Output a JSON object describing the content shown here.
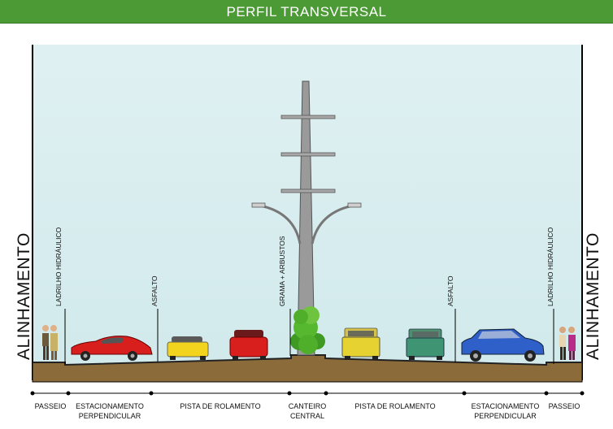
{
  "title": "PERFIL TRANSVERSAL",
  "side_label": "ALINHAMENTO",
  "annotations": {
    "left_paving": "LADRILHO HIDRÁULICO",
    "left_asphalt": "ASFALTO",
    "median": "GRAMA + ARBUSTOS",
    "right_asphalt": "ASFALTO",
    "right_paving": "LADRILHO HIDRÁULICO"
  },
  "segments": {
    "s1": "PASSEIO",
    "s2_line1": "ESTACIONAMENTO",
    "s2_line2": "PERPENDICULAR",
    "s3": "PISTA DE ROLAMENTO",
    "s4_line1": "CANTEIRO",
    "s4_line2": "CENTRAL",
    "s5": "PISTA DE ROLAMENTO",
    "s6_line1": "ESTACIONAMENTO",
    "s6_line2": "PERPENDICULAR",
    "s7": "PASSEIO"
  },
  "colors": {
    "header": "#4c9a35",
    "sky": "#d8eef0",
    "ground": "#8c6b3a",
    "pole": "#9a9a9a",
    "tree": "#4fae2a"
  }
}
